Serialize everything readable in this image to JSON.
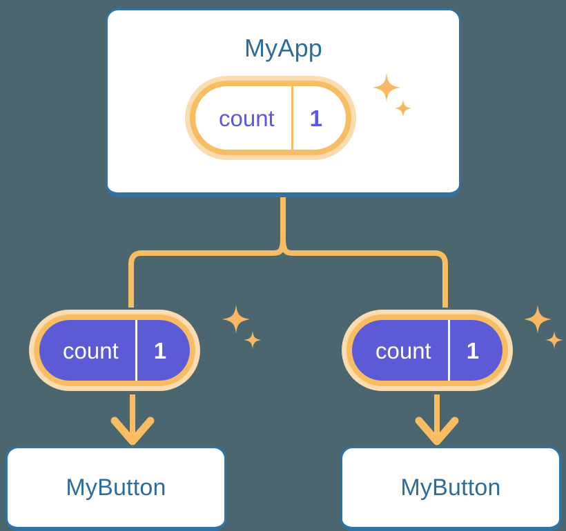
{
  "diagram": {
    "title": "MyApp component tree with shared count state",
    "background_color": "#4c6670",
    "palette": {
      "card_border": "#2f72a3",
      "card_title": "#2f6d99",
      "card_fill": "#ffffff",
      "pill_border": "#f8bd62",
      "pill_glow": "#fbdcb0",
      "pill_dark_fill": "#5b5bd6",
      "pill_light_text": "#5b56e8",
      "pill_dark_text": "#ffffff",
      "connector": "#f8bd62",
      "sparkle": "#f8b763"
    }
  },
  "root": {
    "label": "MyApp",
    "state": {
      "key": "count",
      "value": "1"
    },
    "sparkle_icon": "sparkle-icon"
  },
  "branches": [
    {
      "state": {
        "key": "count",
        "value": "1"
      },
      "sparkle_icon": "sparkle-icon",
      "arrow_icon": "arrow-down-icon",
      "child": {
        "label": "MyButton"
      }
    },
    {
      "state": {
        "key": "count",
        "value": "1"
      },
      "sparkle_icon": "sparkle-icon",
      "arrow_icon": "arrow-down-icon",
      "child": {
        "label": "MyButton"
      }
    }
  ],
  "connectors": {
    "trunk_icon": "vertical-line-icon",
    "split_icon": "branch-split-icon"
  }
}
